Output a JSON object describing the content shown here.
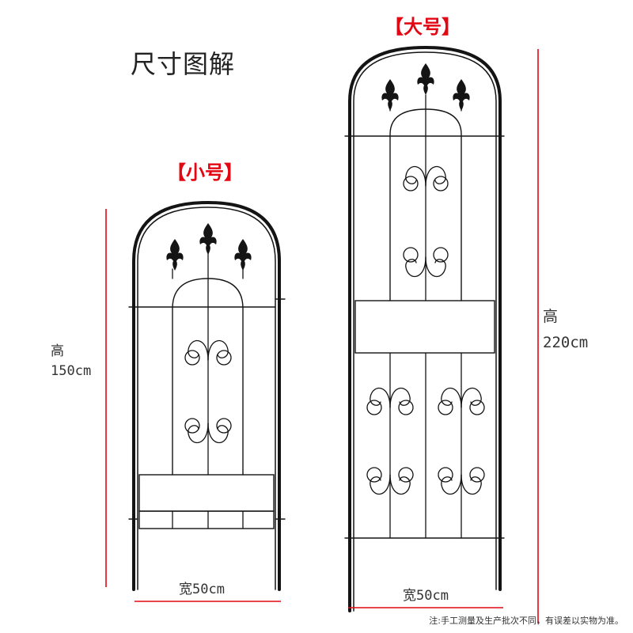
{
  "title": "尺寸图解",
  "large": {
    "tag": "【大号】",
    "height_label": "高",
    "height_value": "220cm",
    "width_label": "宽50cm"
  },
  "small": {
    "tag": "【小号】",
    "height_label": "高",
    "height_value": "150cm",
    "width_label": "宽50cm"
  },
  "note": "注:手工测量及生产批次不同，有误差以实物为准。",
  "colors": {
    "accent": "#e30613",
    "frame": "#141414"
  },
  "icons": {
    "finial": "fleur-de-lis-finial-icon",
    "scroll": "scroll-ornament-icon"
  }
}
